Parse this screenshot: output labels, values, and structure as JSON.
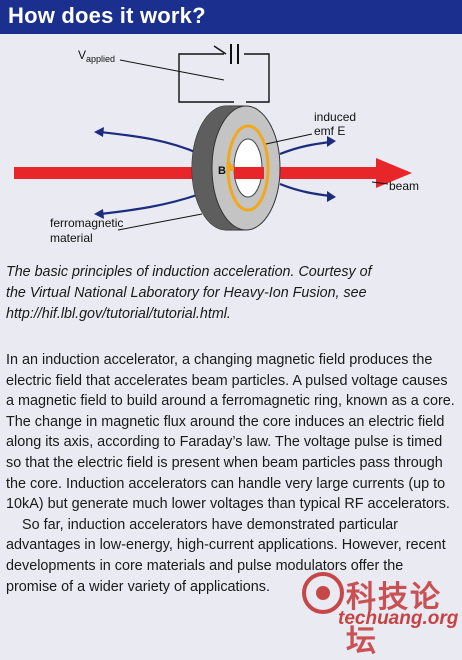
{
  "header": {
    "title": "How does it work?",
    "background": "#1b2f8e"
  },
  "diagram": {
    "label_vapplied_main": "V",
    "label_vapplied_sub": "applied",
    "label_induced": "induced",
    "label_emf": "emf E",
    "label_b": "B",
    "label_beam": "beam",
    "label_ferro_1": "ferromagnetic",
    "label_ferro_2": "material",
    "beam_color": "#e8262a",
    "field_color": "#1c2c7e",
    "emf_color": "#f0a81c"
  },
  "caption": {
    "lines": [
      "The basic principles of induction acceleration. Courtesy of",
      "the Virtual National Laboratory for Heavy-Ion Fusion, see",
      "http://hif.lbl.gov/tutorial/tutorial.html."
    ]
  },
  "body": {
    "paragraph1": "In an induction accelerator, a changing magnetic field produces the electric field that accelerates beam particles. A pulsed voltage causes a magnetic field to build around a ferromagnetic ring, known as a core. The change in magnetic flux around the core induces an electric field along its axis, according to Faraday’s law. The voltage pulse is timed so that the electric field is present when beam particles pass through the core. Induction accelerators can handle very large currents (up to 10kA) but generate much lower voltages than typical RF accelerators.",
    "paragraph2": "So far, induction accelerators have demonstrated particular advantages in low-energy, high-current applications. However, recent developments in core materials and pulse modulators offer the promise of a wider variety of applications."
  },
  "watermark": {
    "chinese": "科技论坛",
    "site": "techuang.org"
  }
}
